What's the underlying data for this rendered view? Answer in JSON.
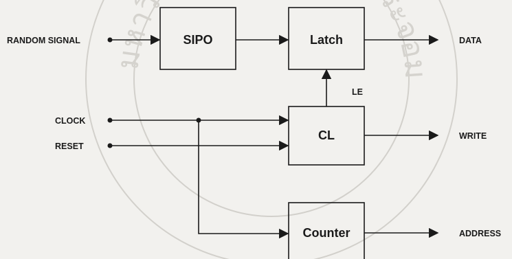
{
  "diagram": {
    "inputs": {
      "random_signal": "RANDOM SIGNAL",
      "clock": "CLOCK",
      "reset": "RESET"
    },
    "blocks": {
      "sipo": "SIPO",
      "latch": "Latch",
      "cl": "CL",
      "counter": "Counter"
    },
    "signals": {
      "le": "LE"
    },
    "outputs": {
      "data": "DATA",
      "write": "WRITE",
      "address": "ADDRESS"
    }
  },
  "watermark": {
    "text": "มหาวิทยาลัยเทคโนโลยีพระจอมเกล้าพระนครเหนือ",
    "color": "#cfcdc8"
  },
  "colors": {
    "line": "#1a1a1a",
    "background": "#f2f1ee"
  }
}
